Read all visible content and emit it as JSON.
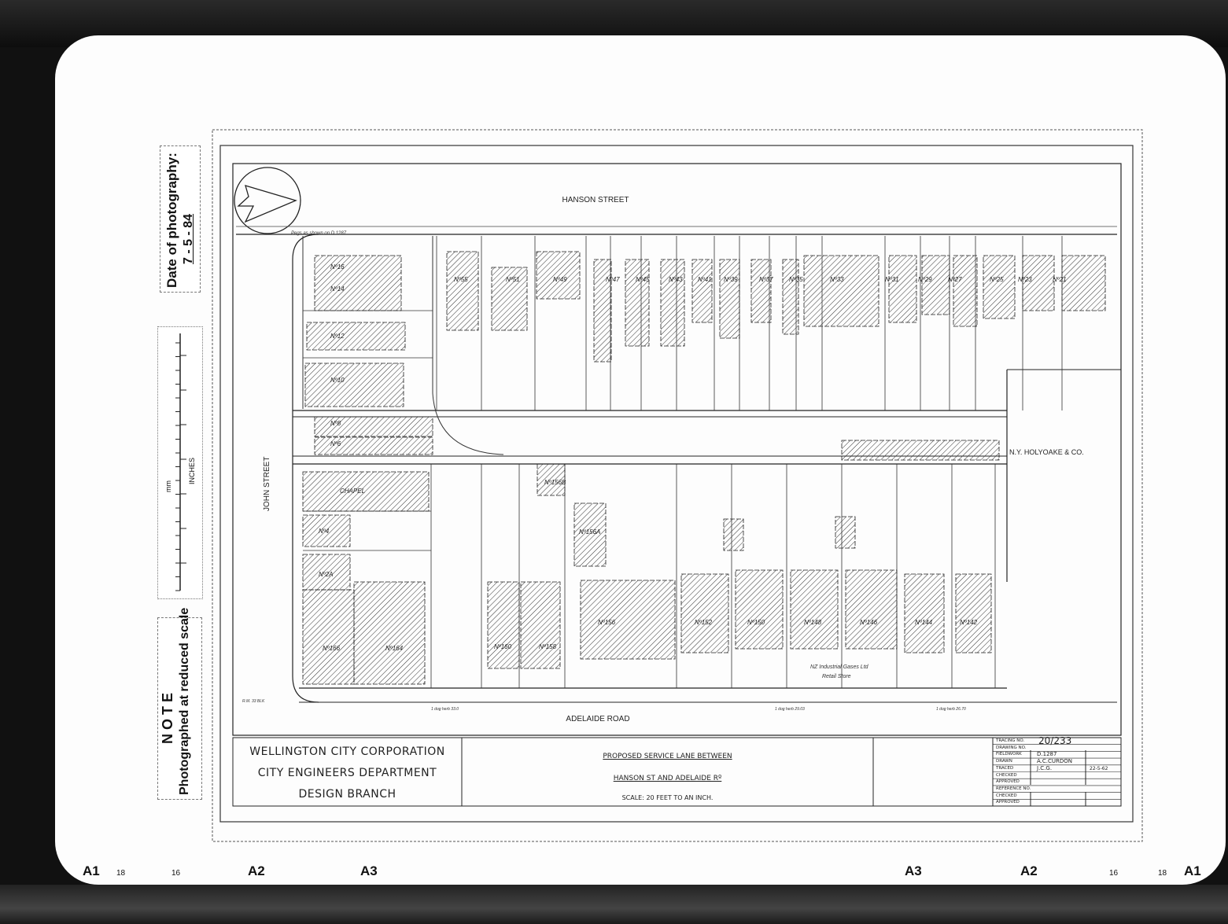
{
  "side_notes": {
    "date_label": "Date of photography:",
    "date_value": "7 - 5 - 84",
    "scale_mm_label": "mm",
    "scale_inches_label": "INCHES",
    "note_title": "N O T E",
    "note_text": "Photographed at reduced scale"
  },
  "streets": {
    "north": "HANSON    STREET",
    "west": "JOHN     STREET",
    "south": "ADELAIDE      ROAD",
    "east_owner": "N.Y. HOLYOAKE & CO."
  },
  "lots": [
    "Nº16",
    "Nº14",
    "Nº55",
    "Nº51",
    "Nº49",
    "Nº47",
    "Nº45",
    "Nº43",
    "Nº41",
    "Nº39",
    "Nº37",
    "Nº35",
    "Nº33",
    "Nº31",
    "Nº29",
    "Nº27",
    "Nº25",
    "Nº23",
    "Nº21",
    "Nº12",
    "Nº10",
    "Nº8",
    "Nº6",
    "CHAPEL",
    "Nº4",
    "Nº2A",
    "Nº166",
    "Nº164",
    "Nº160",
    "Nº158",
    "Nº156",
    "Nº152",
    "Nº150",
    "Nº148",
    "Nº146",
    "Nº144",
    "Nº142",
    "Nº156A",
    "Nº156B"
  ],
  "annotations": [
    "Pegs as shown on D.1287",
    "NZ Industrial Gases Ltd",
    "Retail Store",
    "1 dog herb 33.0",
    "1 dog herb 29.03",
    "1 dog herb 26.70",
    "R.M. 33 BLK"
  ],
  "title_block": {
    "org_line1": "WELLINGTON CITY CORPORATION",
    "org_line2": "CITY ENGINEERS DEPARTMENT",
    "org_line3": "DESIGN BRANCH",
    "title_line1": "PROPOSED   SERVICE   LANE   BETWEEN",
    "title_line2": "HANSON  ST  AND  ADELAIDE  Rº",
    "scale": "SCALE: 20 FEET TO AN INCH.",
    "rows": [
      {
        "label": "TRACING    NO.",
        "value": "20/233",
        "date": ""
      },
      {
        "label": "DRAWING    NO.",
        "value": "",
        "date": ""
      },
      {
        "label": "FIELDWORK",
        "value": "D.1287",
        "date": ""
      },
      {
        "label": "DRAWN",
        "value": "A.C.CURDON",
        "date": ""
      },
      {
        "label": "TRACED",
        "value": "J.C.G.",
        "date": "22-5-62"
      },
      {
        "label": "CHECKED",
        "value": "",
        "date": ""
      },
      {
        "label": "APPROVED",
        "value": "",
        "date": ""
      },
      {
        "label": "REFERENCE NO.",
        "value": "",
        "date": ""
      },
      {
        "label": "CHECKED",
        "value": "",
        "date": ""
      },
      {
        "label": "APPROVED",
        "value": "",
        "date": ""
      }
    ]
  },
  "frame_marks": [
    "A1",
    "18",
    "16",
    "A2",
    "A3",
    "A3",
    "A2",
    "16",
    "18",
    "A1"
  ]
}
